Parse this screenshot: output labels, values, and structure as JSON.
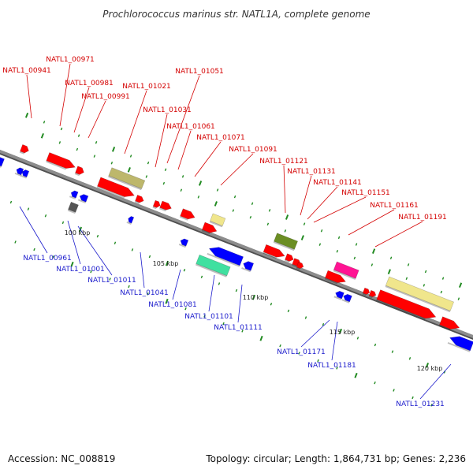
{
  "title": "Prochlorococcus marinus str. NATL1A, complete genome",
  "footer": {
    "accession": "Accession: NC_008819",
    "topology": "Topology: circular; Length: 1,864,731 bp; Genes: 2,236"
  },
  "colors": {
    "top_label": "#d40000",
    "bottom_label": "#1a1acc",
    "axis": "#808080",
    "axis_edge": "#505050",
    "tick": "#228b22",
    "red": "#ff0000",
    "blue": "#0000ff",
    "khaki": "#bdb76b",
    "pale_yellow": "#f0e68c",
    "olive": "#6b8e23",
    "magenta": "#ff1493",
    "aqua": "#40e0a0",
    "gray": "#555555"
  },
  "kbp_labels": [
    "100 kbp",
    "105 kbp",
    "110 kbp",
    "115 kbp",
    "120 kbp"
  ],
  "top_labels": [
    "NATL1_00941",
    "NATL1_00971",
    "NATL1_00981",
    "NATL1_00991",
    "NATL1_01021",
    "NATL1_01051",
    "NATL1_01031",
    "NATL1_01061",
    "NATL1_01071",
    "NATL1_01091",
    "NATL1_01121",
    "NATL1_01131",
    "NATL1_01141",
    "NATL1_01151",
    "NATL1_01161",
    "NATL1_01191"
  ],
  "bottom_labels": [
    "NATL1_00961",
    "NATL1_01001",
    "NATL1_01011",
    "NATL1_01041",
    "NATL1_01081",
    "NATL1_01101",
    "NATL1_01111",
    "NATL1_01171",
    "NATL1_01181",
    "NATL1_01231"
  ]
}
